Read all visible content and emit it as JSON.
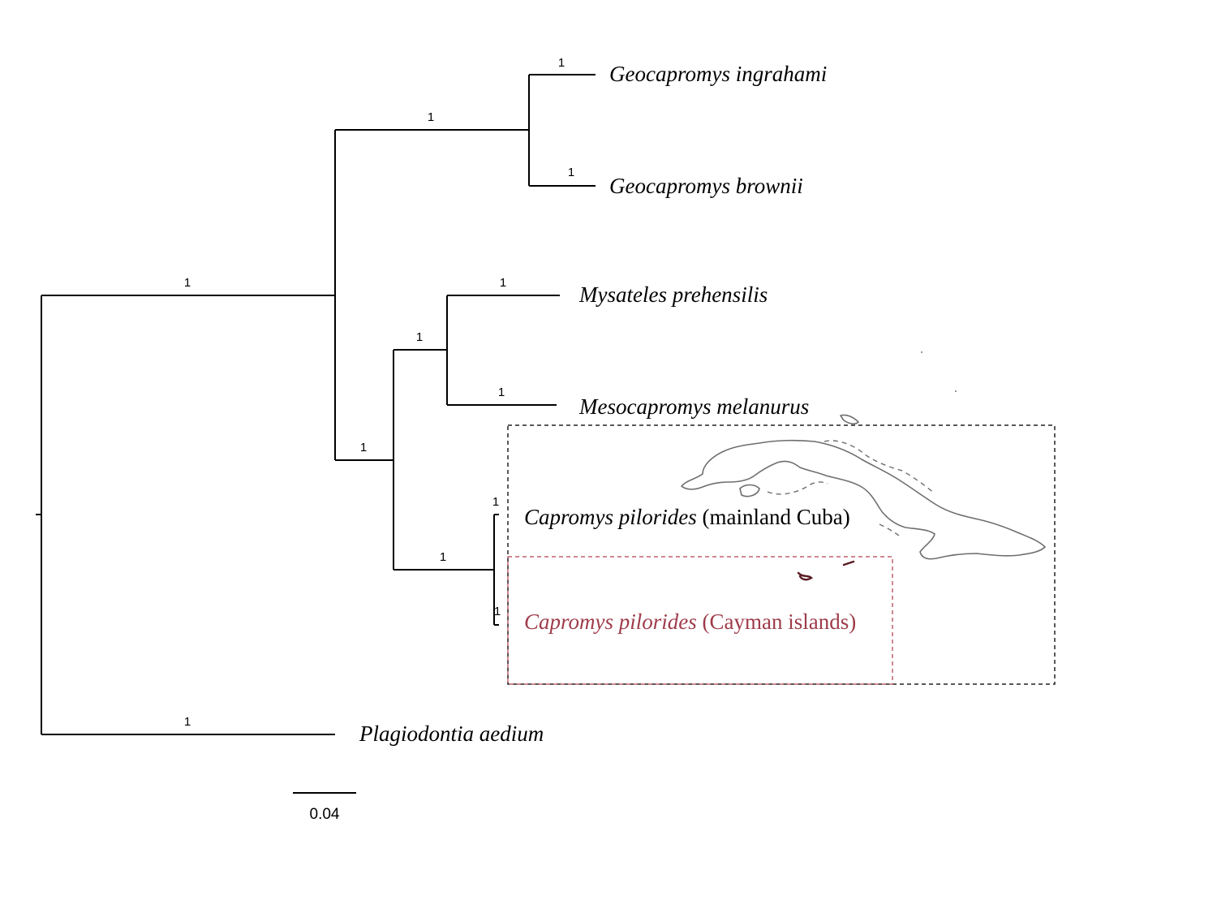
{
  "tree": {
    "taxa": {
      "geo_ingrahami": {
        "species": "Geocapromys ingrahami",
        "suffix": ""
      },
      "geo_brownii": {
        "species": "Geocapromys brownii",
        "suffix": ""
      },
      "mysateles": {
        "species": "Mysateles prehensilis",
        "suffix": ""
      },
      "mesocapromys": {
        "species": "Mesocapromys melanurus",
        "suffix": ""
      },
      "capromys_cuba": {
        "species": "Capromys pilorides",
        "suffix": " (mainland Cuba)"
      },
      "capromys_cayman": {
        "species": "Capromys pilorides",
        "suffix": " (Cayman islands)"
      },
      "plagiodontia": {
        "species": "Plagiodontia aedium",
        "suffix": ""
      }
    },
    "support": {
      "geo_ingrahami": "1",
      "geo_brownii": "1",
      "geocapromys_clade": "1",
      "main_clade": "1",
      "mysateles": "1",
      "mesocapromys": "1",
      "mysateles_meso_clade": "1",
      "capromyini_clade": "1",
      "capromys_clade": "1",
      "capromys_cuba": "1",
      "capromys_cayman": "1",
      "plagiodontia": "1"
    },
    "scale_bar": {
      "label": "0.04"
    },
    "colors": {
      "cayman_highlight": "#9e3b4a",
      "cuba_box": "#222222",
      "cayman_box": "#c0606e"
    }
  }
}
